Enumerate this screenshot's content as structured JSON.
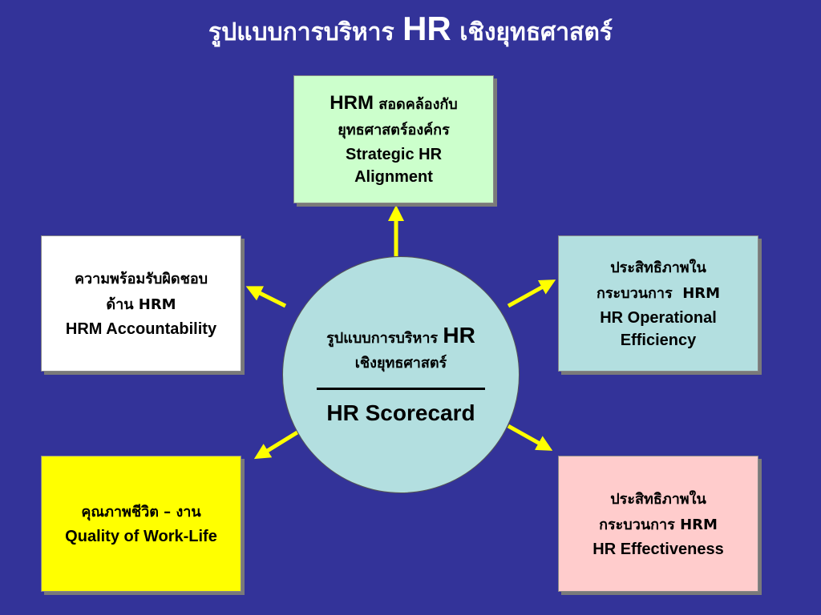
{
  "title": {
    "thai_a": "รูปแบบการบริหาร",
    "hr": "HR",
    "thai_b": "เชิงยุทธศาสตร์"
  },
  "center": {
    "line1_thai": "รูปแบบการบริหาร",
    "line1_hr": "HR",
    "line2": "เชิงยุทธศาสตร์",
    "scorecard": "HR Scorecard"
  },
  "boxes": {
    "top": {
      "hrm": "HRM",
      "line1_thai": "สอดคล้องกับ",
      "line2": "ยุทธศาสตร์องค์กร",
      "en1": "Strategic HR",
      "en2": "Alignment",
      "color": "#ccffcc"
    },
    "left": {
      "line1": "ความพร้อมรับผิดชอบ",
      "line2": "ด้าน HRM",
      "en": "HRM Accountability",
      "color": "#ffffff"
    },
    "right": {
      "line1": "ประสิทธิภาพใน",
      "line2": "กระบวนการ  HRM",
      "en1": "HR Operational",
      "en2": "Efficiency",
      "color": "#b3dfe0"
    },
    "bottom_left": {
      "line1": "คุณภาพชีวิต – งาน",
      "en": "Quality of Work-Life",
      "color": "#ffff00"
    },
    "bottom_right": {
      "line1": "ประสิทธิภาพใน",
      "line2": "กระบวนการ HRM",
      "en": "HR Effectiveness",
      "color": "#ffcccc"
    }
  },
  "colors": {
    "background": "#333399",
    "arrow": "#ffff00"
  }
}
